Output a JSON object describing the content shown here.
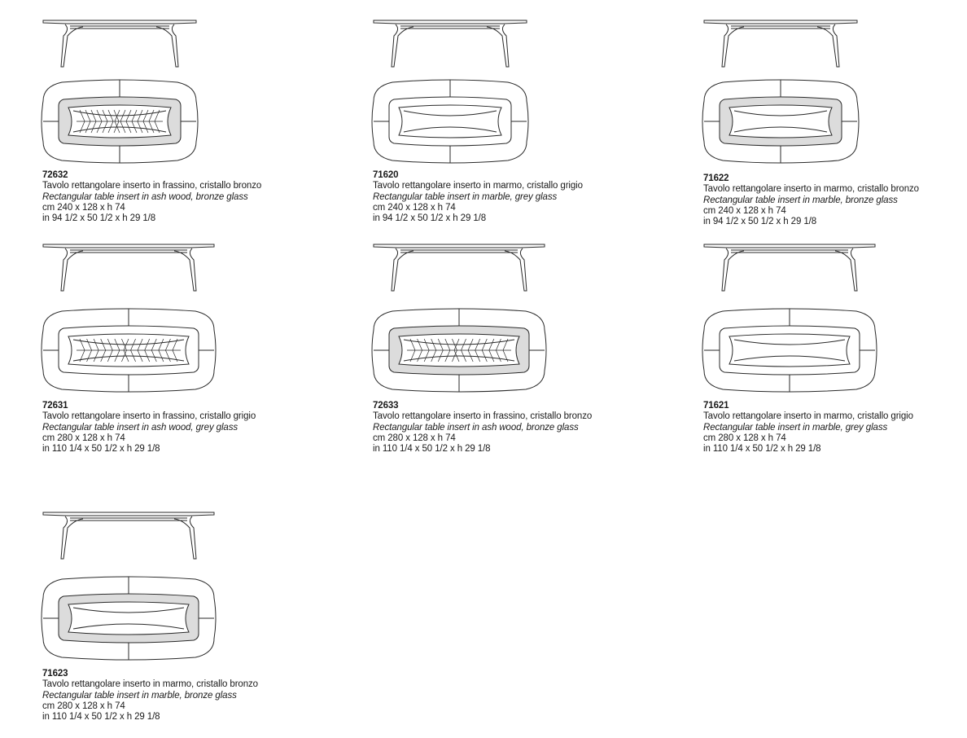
{
  "products": [
    {
      "code": "72632",
      "description_it": "Tavolo rettangolare inserto in frassino, cristallo bronzo",
      "description_en": "Rectangular table insert in ash wood, bronze glass",
      "dimensions_cm": "cm 240 x 128 x h 74",
      "dimensions_in": "in 94 1/2 x 50 1/2 x h 29 1/8",
      "insert": "ash-wood",
      "glass": "bronze"
    },
    {
      "code": "71620",
      "description_it": "Tavolo rettangolare inserto in marmo, cristallo grigio",
      "description_en": "Rectangular table insert in marble, grey glass",
      "dimensions_cm": "cm 240 x 128 x h 74",
      "dimensions_in": "in 94 1/2 x 50 1/2 x h 29 1/8",
      "insert": "marble",
      "glass": "grey"
    },
    {
      "code": "71622",
      "description_it": "Tavolo rettangolare inserto in marmo, cristallo bronzo",
      "description_en": "Rectangular table insert in marble, bronze glass",
      "dimensions_cm": "cm 240 x 128 x h 74",
      "dimensions_in": "in 94 1/2 x 50 1/2 x h 29 1/8",
      "insert": "marble",
      "glass": "bronze"
    },
    {
      "code": "72631",
      "description_it": "Tavolo rettangolare inserto in frassino, cristallo grigio",
      "description_en": "Rectangular table insert in ash wood, grey glass",
      "dimensions_cm": "cm 280 x 128 x h 74",
      "dimensions_in": "in 110 1/4 x 50 1/2 x h 29 1/8",
      "insert": "ash-wood",
      "glass": "grey"
    },
    {
      "code": "72633",
      "description_it": "Tavolo rettangolare inserto in frassino, cristallo bronzo",
      "description_en": "Rectangular table insert in ash wood, bronze glass",
      "dimensions_cm": "cm 280 x 128 x h 74",
      "dimensions_in": "in 110 1/4 x 50 1/2 x h 29 1/8",
      "insert": "ash-wood",
      "glass": "bronze"
    },
    {
      "code": "71621",
      "description_it": "Tavolo rettangolare inserto in marmo, cristallo grigio",
      "description_en": "Rectangular table insert in marble, grey glass",
      "dimensions_cm": "cm 280 x 128 x h 74",
      "dimensions_in": "in 110 1/4 x 50 1/2 x h 29 1/8",
      "insert": "marble",
      "glass": "grey"
    },
    {
      "code": "71623",
      "description_it": "Tavolo rettangolare inserto in marmo, cristallo bronzo",
      "description_en": "Rectangular table insert in marble, bronze glass",
      "dimensions_cm": "cm 280 x 128 x h 74",
      "dimensions_in": "in 110 1/4 x 50 1/2 x h 29 1/8",
      "insert": "marble",
      "glass": "bronze"
    }
  ],
  "colors": {
    "line": "#2a2a2a",
    "bronze_fill": "#dcdcdc",
    "grey_fill": "#ffffff"
  }
}
